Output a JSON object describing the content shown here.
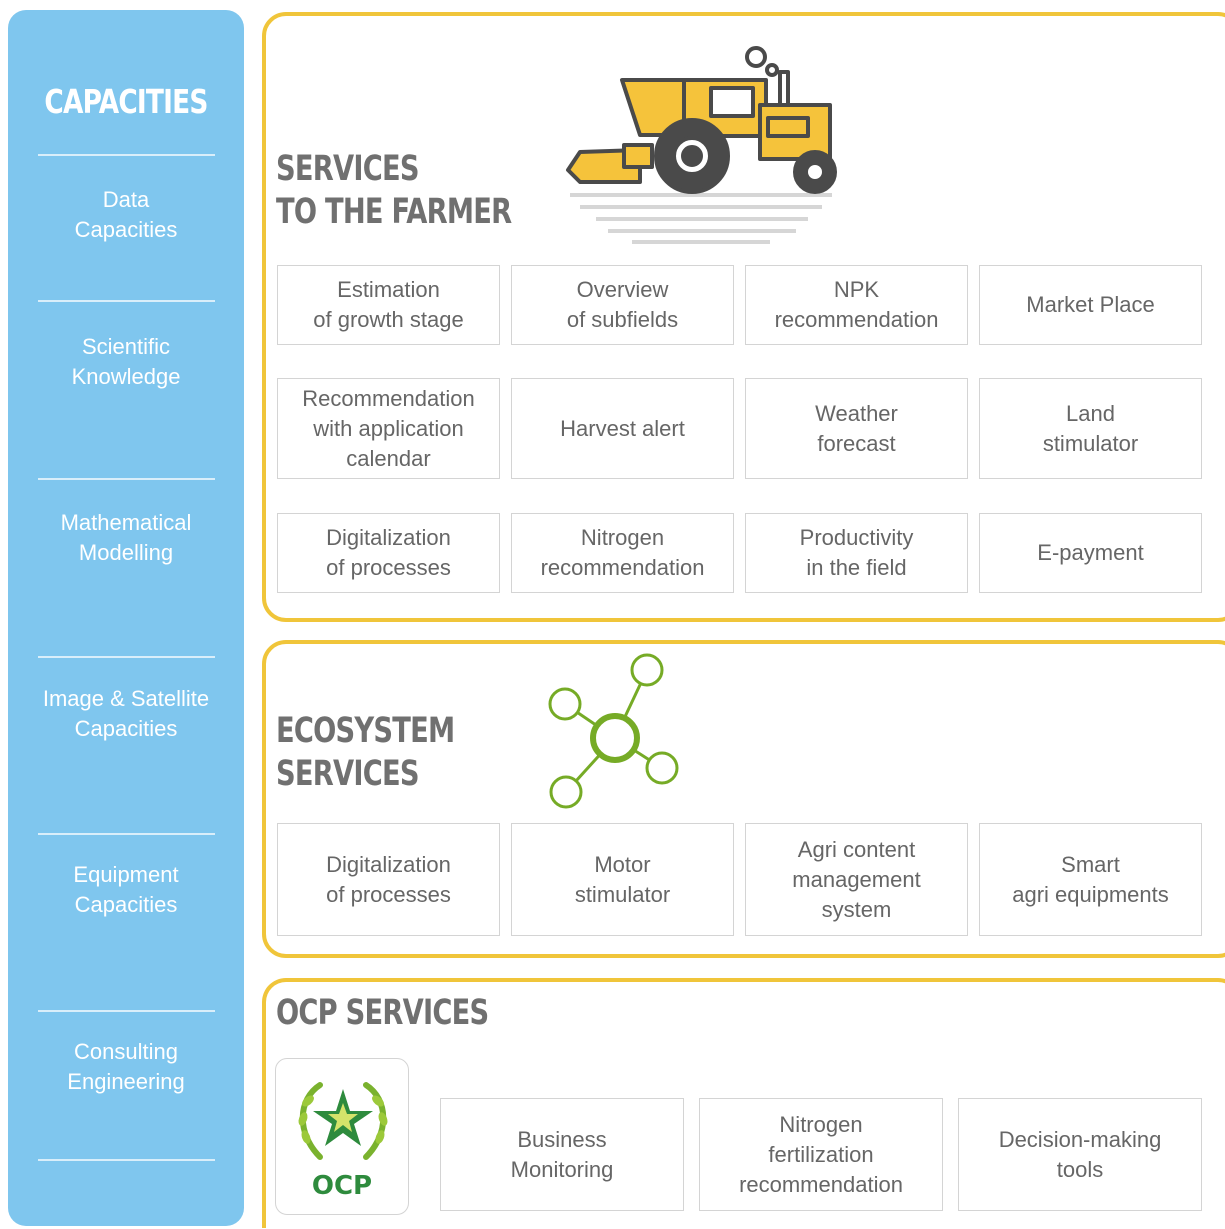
{
  "sidebar": {
    "title": "CAPACITIES",
    "items": [
      {
        "label": "Data\nCapacities"
      },
      {
        "label": "Scientific\nKnowledge"
      },
      {
        "label": "Mathematical\nModelling"
      },
      {
        "label": "Image & Satellite\nCapacities"
      },
      {
        "label": "Equipment\nCapacities"
      },
      {
        "label": "Consulting\nEngineering"
      }
    ]
  },
  "farmer": {
    "title_line1": "SERVICES",
    "title_line2": "TO THE FARMER",
    "illustration": "harvester-icon",
    "cards": [
      "Estimation\nof growth stage",
      "Overview\nof subfields",
      "NPK\nrecommendation",
      "Market Place",
      "Recommendation\nwith application\ncalendar",
      "Harvest alert",
      "Weather\nforecast",
      "Land\nstimulator",
      "Digitalization\nof processes",
      "Nitrogen\nrecommendation",
      "Productivity\nin the field",
      "E-payment"
    ]
  },
  "ecosystem": {
    "title_line1": "ECOSYSTEM",
    "title_line2": "SERVICES",
    "illustration": "network-icon",
    "cards": [
      "Digitalization\nof processes",
      "Motor\nstimulator",
      "Agri content\nmanagement\nsystem",
      "Smart\nagri equipments"
    ]
  },
  "ocp": {
    "title": "OCP SERVICES",
    "logo_text": "OCP",
    "cards": [
      "Business\nMonitoring",
      "Nitrogen\nfertilization\nrecommendation",
      "Decision-making\ntools"
    ]
  },
  "colors": {
    "sidebar": "#7fc6ee",
    "panel_border": "#f0c53a",
    "tractor_yellow": "#f5c33b",
    "network_green": "#76ab26",
    "ocp_green": "#2e8b3d",
    "card_text": "#666666"
  }
}
